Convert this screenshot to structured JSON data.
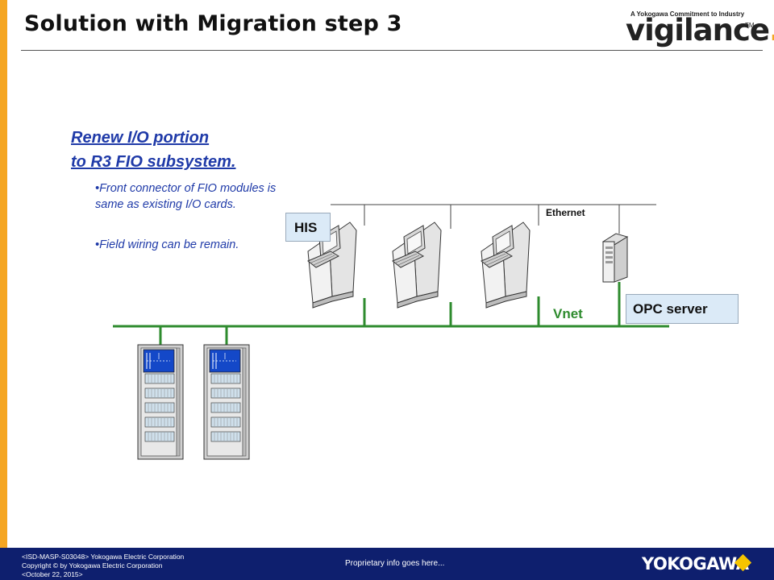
{
  "header": {
    "title": "Solution with Migration  step 3",
    "logo_tagline": "A Yokogawa Commitment to Industry",
    "logo_word": "vigilance",
    "logo_tm": "TM"
  },
  "content": {
    "heading_line1": "Renew I/O portion",
    "heading_line2": "to R3 FIO subsystem.",
    "bullets": [
      "•Front connector of FIO modules is same as existing I/O cards.",
      "•Field wiring can be remain."
    ]
  },
  "diagram": {
    "his_label": "HIS",
    "ethernet_label": "Ethernet",
    "vnet_label": "Vnet",
    "opc_label": "OPC server",
    "colors": {
      "vnet": "#2e8b2e",
      "label_box": "#dbeaf7",
      "text": "#1f3aa8"
    }
  },
  "footer": {
    "line1": "<ISD-MASP-S03048> Yokogawa Electric Corporation",
    "line2": "Copyright © by Yokogawa Electric Corporation",
    "line3": "<October 22, 2015>",
    "center": "Proprietary info goes here...",
    "logo": "YOKOGAWA"
  }
}
